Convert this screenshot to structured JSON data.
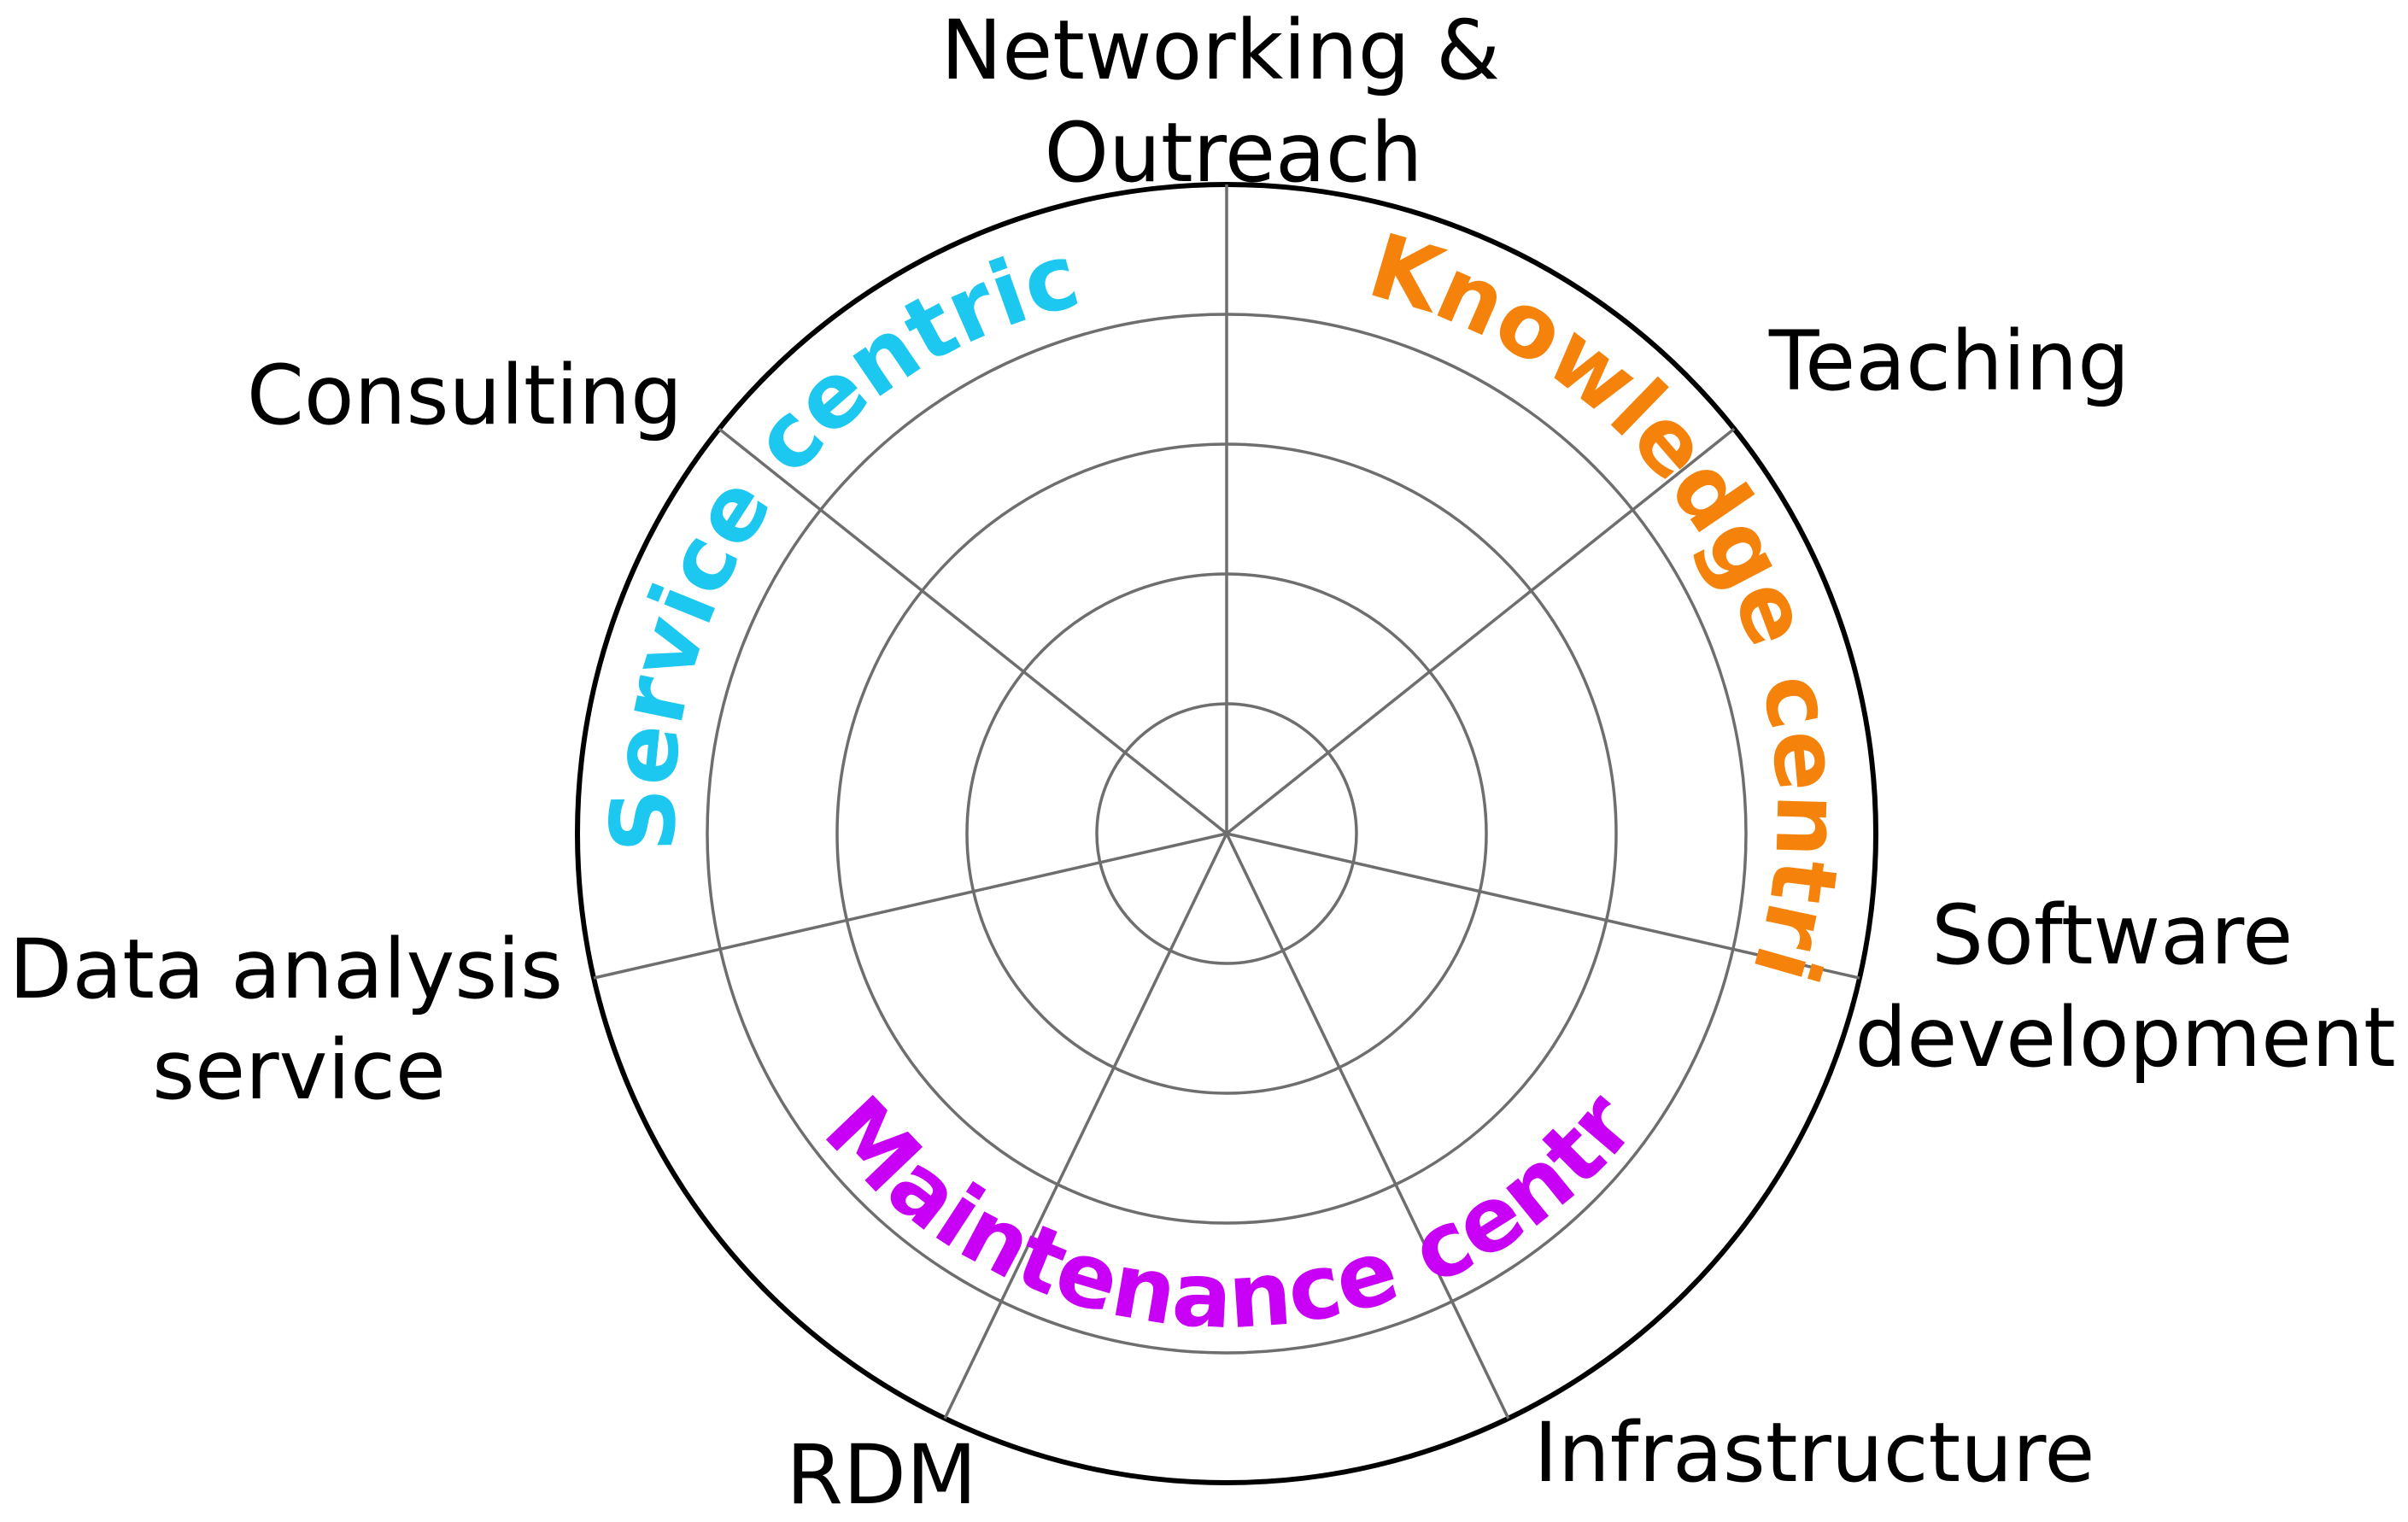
{
  "diagram": {
    "type": "radar-grid",
    "axes": [
      {
        "id": "networking",
        "lines": [
          "Networking &",
          "Outreach"
        ]
      },
      {
        "id": "teaching",
        "lines": [
          "Teaching"
        ]
      },
      {
        "id": "software-development",
        "lines": [
          "Software",
          "development"
        ]
      },
      {
        "id": "infrastructure",
        "lines": [
          "Infrastructure"
        ]
      },
      {
        "id": "rdm",
        "lines": [
          "RDM"
        ]
      },
      {
        "id": "data-analysis-service",
        "lines": [
          "Data analysis",
          "service"
        ]
      },
      {
        "id": "consulting",
        "lines": [
          "Consulting"
        ]
      }
    ],
    "ring_count": 4,
    "groups": [
      {
        "id": "service-centric",
        "label": "Service centric",
        "color": "#1cc8f0"
      },
      {
        "id": "knowledge-centric",
        "label": "Knowledge centric",
        "color": "#f5820a"
      },
      {
        "id": "maintenance-centric",
        "label": "Maintenance centric",
        "color": "#c800f5"
      }
    ],
    "colors": {
      "grid": "#6e6e6e",
      "outer_ring": "#000000",
      "axis_text": "#000000"
    }
  }
}
